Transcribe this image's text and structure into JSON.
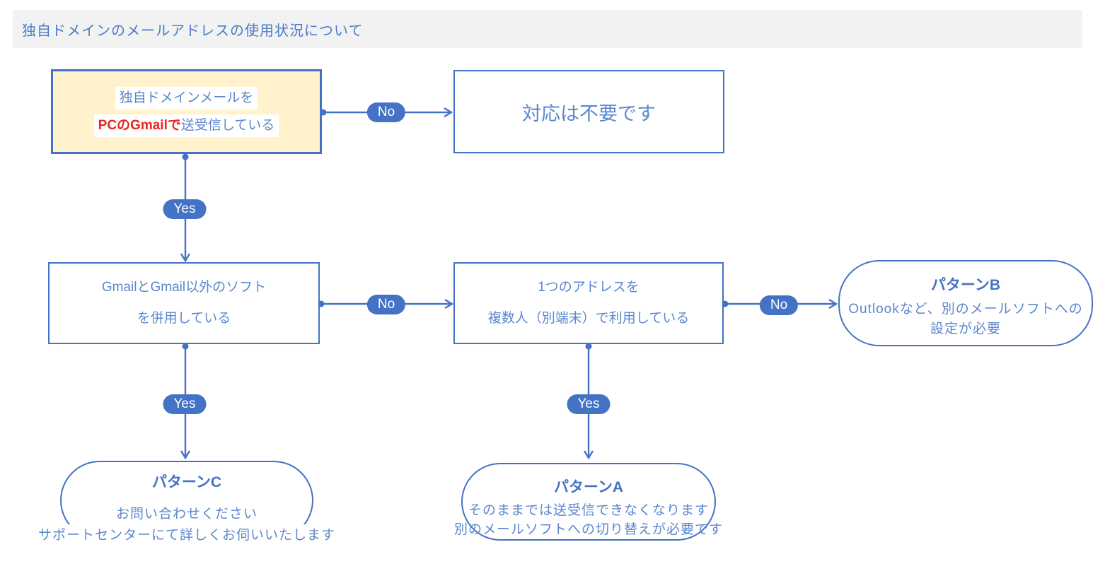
{
  "title": "独自ドメインのメールアドレスの使用状況について",
  "labels": {
    "yes": "Yes",
    "no": "No"
  },
  "colors": {
    "accent_blue": "#4472C4",
    "text_blue": "#5B87CE",
    "highlight_red": "#E8251F",
    "start_node_fill": "#FFF2CC",
    "titlebar_gray": "#F2F2F2"
  },
  "nodes": {
    "q1": {
      "line1": "独自ドメインメールを",
      "line2_highlight": "PCのGmailで",
      "line2_rest": "送受信している"
    },
    "no_action": {
      "text": "対応は不要です"
    },
    "q2": {
      "line1": "GmailとGmail以外のソフト",
      "line2": "を併用している"
    },
    "q3": {
      "line1": "1つのアドレスを",
      "line2": "複数人（別端末）で利用している"
    },
    "pattern_b": {
      "title": "パターンB",
      "line1": "Outlookなど、別のメールソフトへの",
      "line2": "設定が必要"
    },
    "pattern_c": {
      "title": "パターンC",
      "line1": "お問い合わせください",
      "line2": "サポートセンターにて詳しくお伺いいたします"
    },
    "pattern_a": {
      "title": "パターンA",
      "line1": "そのままでは送受信できなくなります",
      "line2": "別のメールソフトへの切り替えが必要です"
    }
  }
}
